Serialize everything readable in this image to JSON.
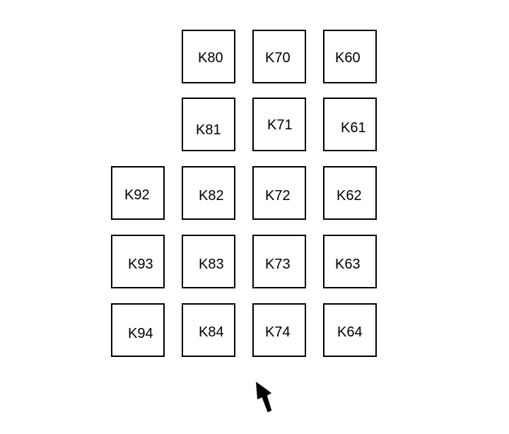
{
  "boxes": {
    "k80": "K80",
    "k70": "K70",
    "k60": "K60",
    "k81": "K81",
    "k71": "K71",
    "k61": "K61",
    "k92": "K92",
    "k82": "K82",
    "k72": "K72",
    "k62": "K62",
    "k93": "K93",
    "k83": "K83",
    "k73": "K73",
    "k63": "K63",
    "k94": "K94",
    "k84": "K84",
    "k74": "K74",
    "k64": "K64"
  },
  "arrow": {
    "icon": "arrow-up-left-icon",
    "color": "#000000"
  }
}
